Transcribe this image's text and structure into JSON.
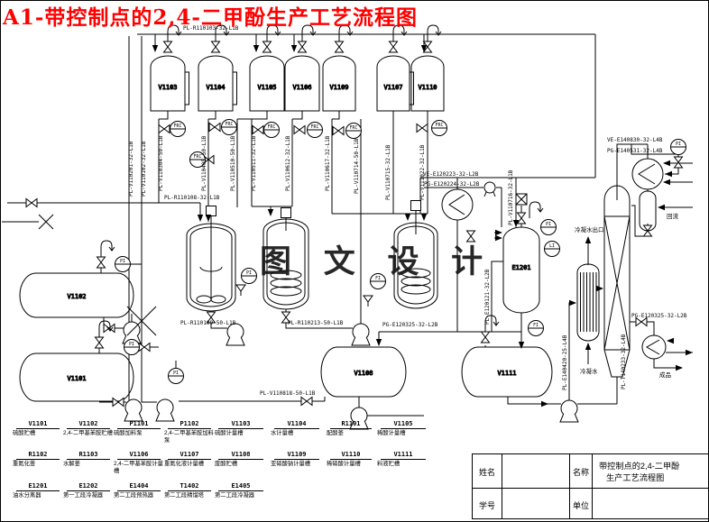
{
  "title": "A1-带控制点的2,4-二甲酚生产工艺流程图",
  "watermark": "图 文 设 计",
  "colors": {
    "title": "#ff0000",
    "line": "#000000",
    "background": "#ffffff"
  },
  "equip": {
    "v1103": "V1103",
    "v1104": "V1104",
    "v1105": "V1105",
    "v1106": "V1106",
    "v1109": "V1109",
    "v1107": "V1107",
    "v1110": "V1110",
    "v1102": "V1102",
    "v1101": "V1101",
    "e1201": "E1201",
    "v1108": "V1108",
    "v1111": "V1111"
  },
  "pipes": {
    "header": "PL-R110103-32-L1B",
    "r110108": "PL-R110108-32-L1B",
    "r110109": "PL-R110109-50-L1B",
    "r110213": "PL-R110213-50-L1B",
    "e120325a": "PG-E120325-32-L2B",
    "e120325b": "PG-E120325-32-L2B",
    "v110818": "PL-V110818-50-L1B",
    "e120223": "VE-E120223-32-L2B",
    "e120224": "PG-E120224-32-L2B",
    "e140830": "VE-E140830-32-L4B",
    "e140531": "PG-E140531-32-L4B",
    "v110201": "PL-V110201-32-L1B",
    "v110102": "PL-V110102-32-L1B",
    "v110304": "PL-V110304-50-L1B",
    "v110405": "PL-V110405-50-L1B",
    "v110510": "PL-V110510-50-L1B",
    "v110511": "PL-V110511-32-L1B",
    "v110612": "PL-V110612-32-L1B",
    "v110617": "PL-V110617-32-L1B",
    "v110714": "PL-V110714-50-L1B",
    "v110715": "PL-V110715-32-L1B",
    "v111022": "PL-V111022-32-L1B",
    "v110716": "PL-V110716-32-L1B",
    "e120121": "PL-E120121-32-L2B",
    "e140420": "PL-E140420-25-L4B",
    "t140233": "PL-T140233-32-L4B"
  },
  "ann": {
    "condensate_outlet": "冷凝水出口",
    "condensate": "冷凝水",
    "reflux": "回流",
    "product": "成品"
  },
  "inst": {
    "frc": "FRC",
    "pi": "PI",
    "li": "LI",
    "fi": "FI"
  },
  "legend": {
    "rows": [
      [
        {
          "code": "V1101",
          "name": "硫酸贮槽"
        },
        {
          "code": "V1102",
          "name": "2,4-二甲基苯胺贮槽"
        },
        {
          "code": "P1101",
          "name": "硫酸加料泵"
        },
        {
          "code": "P1102",
          "name": "2,4-二甲基苯胺加料泵"
        },
        {
          "code": "V1103",
          "name": "硫酸计量槽"
        },
        {
          "code": "V1104",
          "name": "水计量槽"
        },
        {
          "code": "R1101",
          "name": "配酸釜"
        },
        {
          "code": "V1105",
          "name": "稀酸计量槽"
        }
      ],
      [
        {
          "code": "R1102",
          "name": "重氮化釜"
        },
        {
          "code": "R1103",
          "name": "水解釜"
        },
        {
          "code": "V1106",
          "name": "2,4-二甲基苯胺计量槽"
        },
        {
          "code": "V1107",
          "name": "重氮化液计量槽"
        },
        {
          "code": "V1108",
          "name": "废酸贮槽"
        },
        {
          "code": "V1109",
          "name": "亚硝酸钠计量槽"
        },
        {
          "code": "V1110",
          "name": "稀硝酸计量槽"
        },
        {
          "code": "V1111",
          "name": "料液贮槽"
        }
      ],
      [
        {
          "code": "E1201",
          "name": "油水分离器"
        },
        {
          "code": "E1202",
          "name": "第一工段冷凝器"
        },
        {
          "code": "E1404",
          "name": "第二工段预热器"
        },
        {
          "code": "T1402",
          "name": "第二工段精馏塔"
        },
        {
          "code": "E1405",
          "name": "第二工段冷凝器"
        }
      ]
    ]
  },
  "titleblock": {
    "name_label": "姓名",
    "id_label": "学号",
    "title_label": "名称",
    "unit_label": "单位",
    "title_line1": "带控制点的2,4-二甲酚",
    "title_line2": "生产工艺流程图"
  }
}
